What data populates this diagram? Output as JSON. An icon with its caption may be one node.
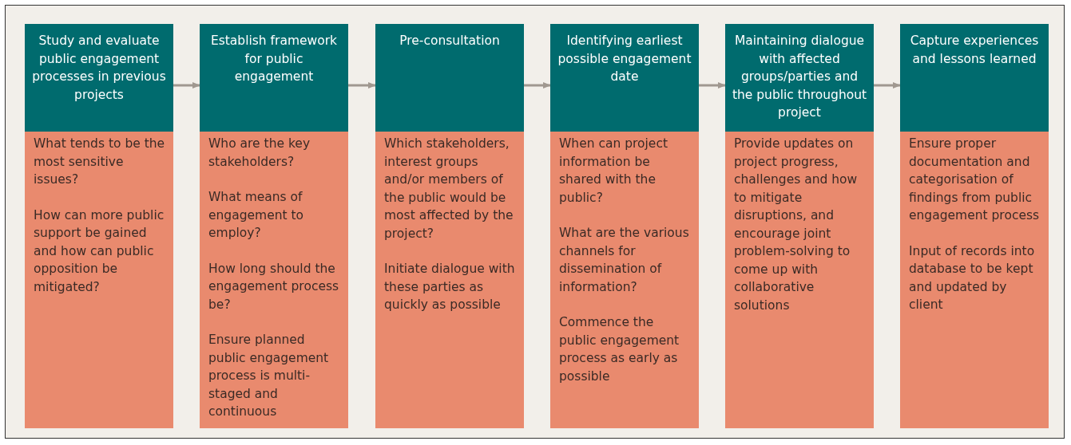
{
  "diagram": {
    "nodes": [
      {
        "text": [
          "Study and evaluate public engagement processes in previous projects",
          "What tends to be the most sensitive issues?",
          "How can more public support be gained and how can public opposition be mitigated?"
        ]
      },
      {
        "text": [
          "Establish framework for public engagement",
          "Who are the key stakeholders?",
          "What means of engagement to employ?",
          "How long should the engagement process be?",
          "Ensure planned public engagement process is multi-staged and continuous"
        ]
      },
      {
        "text": [
          "Pre-consultation",
          "Which stakeholders, interest groups and/or members of the public would be most affected by the project?",
          "Initiate dialogue with these parties as quickly as possible"
        ]
      },
      {
        "text": [
          "Identifying earliest possible engagement date",
          "When can project information be shared with the public?",
          "What are the various channels for dissemination of information?",
          "Commence the public engagement process as early as possible"
        ]
      },
      {
        "text": [
          "Maintaining dialogue with affected groups/parties and the public throughout project",
          "Provide updates on project progress, challenges and how to mitigate disruptions, and encourage joint problem-solving to come up with collaborative solutions"
        ]
      },
      {
        "text": [
          "Capture experiences and lessons learned",
          "Ensure proper documentation and categorisation of findings from public engagement process",
          "Input of records into database to be kept and updated by client"
        ]
      }
    ],
    "edges": [
      {
        "from": 0,
        "to": 1,
        "arrow": "to"
      },
      {
        "from": 1,
        "to": 2,
        "arrow": "to"
      },
      {
        "from": 2,
        "to": 3,
        "arrow": "to"
      },
      {
        "from": 3,
        "to": 4,
        "arrow": "to"
      },
      {
        "from": 4,
        "to": 5,
        "arrow": "to"
      }
    ]
  }
}
